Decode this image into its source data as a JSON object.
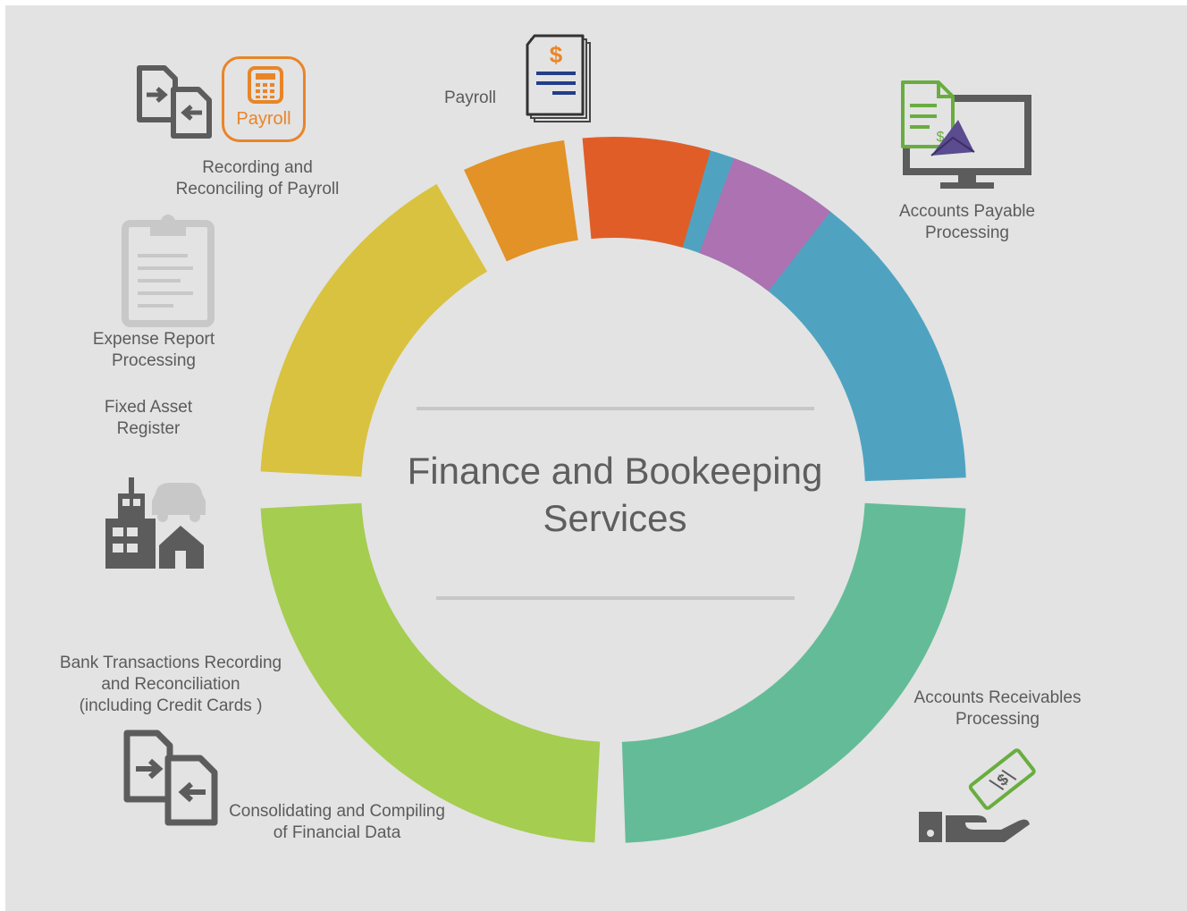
{
  "center": {
    "title_line1": "Finance and Bookeeping",
    "title_line2": "Services"
  },
  "payroll_badge": "Payroll",
  "labels": {
    "payroll": "Payroll",
    "recording_reconciling_payroll": [
      "Recording and",
      "Reconciling of Payroll"
    ],
    "accounts_payable": [
      "Accounts Payable",
      "Processing"
    ],
    "expense_report": [
      "Expense Report",
      "Processing"
    ],
    "fixed_asset": [
      "Fixed Asset",
      "Register"
    ],
    "bank_transactions": [
      "Bank Transactions Recording",
      "and Reconciliation",
      "(including Credit Cards )"
    ],
    "consolidating": [
      "Consolidating and Compiling",
      "of Financial Data"
    ],
    "accounts_receivables": [
      "Accounts Receivables",
      "Processing"
    ]
  },
  "segments": [
    {
      "name": "Accounts Payable Processing",
      "color": "#4fa3c1"
    },
    {
      "name": "Accounts Receivables Processing",
      "color": "#63bc97"
    },
    {
      "name": "Consolidating and Compiling of Financial Data",
      "color": "#a5cd50"
    },
    {
      "name": "Bank Transactions Recording and Reconciliation",
      "color": "#d9c23f"
    },
    {
      "name": "Expense Report Processing",
      "color": "#e29226"
    },
    {
      "name": "Recording and Reconciling of Payroll",
      "color": "#e05d28"
    },
    {
      "name": "Payroll",
      "color": "#ad72b1"
    }
  ],
  "colors": {
    "background": "#e3e3e3",
    "text": "#5b5b5b",
    "icon_gray": "#5c5c5c",
    "icon_light": "#c8c8c8",
    "payroll_orange": "#e98528",
    "ap_green": "#69ad40",
    "ap_purple": "#5b4b8f",
    "doc_blue": "#233d88"
  },
  "icons": [
    "transfer-docs-icon",
    "payroll-calculator-icon",
    "payroll-document-icon",
    "accounts-payable-monitor-icon",
    "clipboard-icon",
    "fixed-assets-icon",
    "transfer-docs-icon",
    "money-hand-icon"
  ]
}
